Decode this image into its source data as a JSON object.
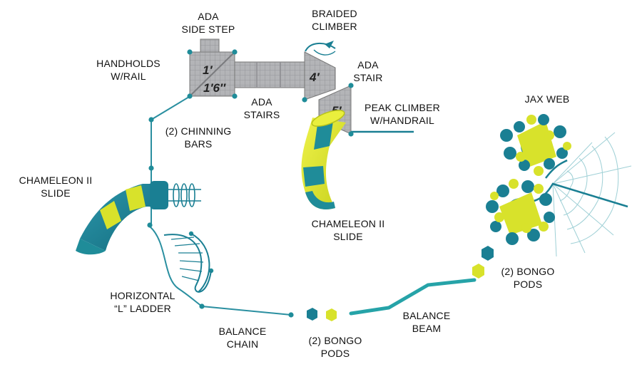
{
  "colors": {
    "teal": "#1a7f93",
    "dark_teal": "#136b7d",
    "lime": "#d8e22b",
    "deck_gray": "#a9aaad",
    "line_teal": "#2a8fa0",
    "text": "#111111"
  },
  "labels": {
    "ada_side_step": [
      "ADA",
      "SIDE STEP"
    ],
    "braided_climber": [
      "BRAIDED",
      "CLIMBER"
    ],
    "handholds": [
      "HANDHOLDS",
      "W/RAIL"
    ],
    "ada_stair": [
      "ADA",
      "STAIR"
    ],
    "ada_stairs": [
      "ADA",
      "STAIRS"
    ],
    "peak_climber": [
      "PEAK CLIMBER",
      "W/HANDRAIL"
    ],
    "chinning_bars": [
      "(2) CHINNING",
      "BARS"
    ],
    "jax_web": [
      "JAX WEB"
    ],
    "chameleon_left": [
      "CHAMELEON II",
      "SLIDE"
    ],
    "chameleon_center": [
      "CHAMELEON II",
      "SLIDE"
    ],
    "bongo_right": [
      "(2) BONGO",
      "PODS"
    ],
    "horizontal_ladder": [
      "HORIZONTAL",
      "“L” LADDER"
    ],
    "balance_beam": [
      "BALANCE",
      "BEAM"
    ],
    "balance_chain": [
      "BALANCE",
      "CHAIN"
    ],
    "bongo_bottom": [
      "(2) BONGO",
      "PODS"
    ]
  },
  "deck_heights": {
    "deck_1": "1′",
    "deck_1_6": "1′6″",
    "deck_4": "4′",
    "deck_5": "5′"
  }
}
